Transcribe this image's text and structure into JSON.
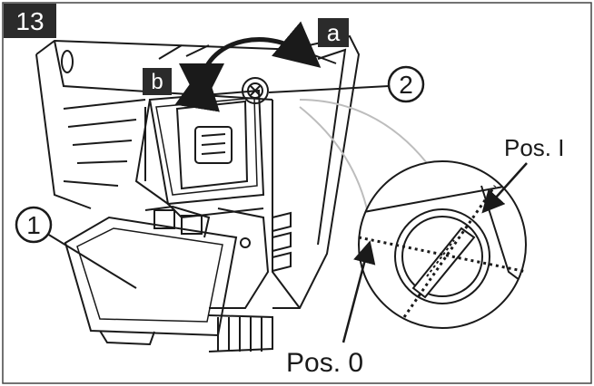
{
  "figure": {
    "step_number": "13",
    "label_a": "a",
    "label_b": "b",
    "callout_1": "1",
    "callout_2": "2",
    "pos_I": "Pos. I",
    "pos_0": "Pos. 0"
  },
  "colors": {
    "line": "#1a1a1a",
    "badge_bg": "#2b2b2b",
    "badge_text": "#ffffff",
    "background": "#ffffff"
  },
  "icons": [
    "rotate-arrow-icon",
    "down-arrow-icon",
    "knob-icon"
  ]
}
